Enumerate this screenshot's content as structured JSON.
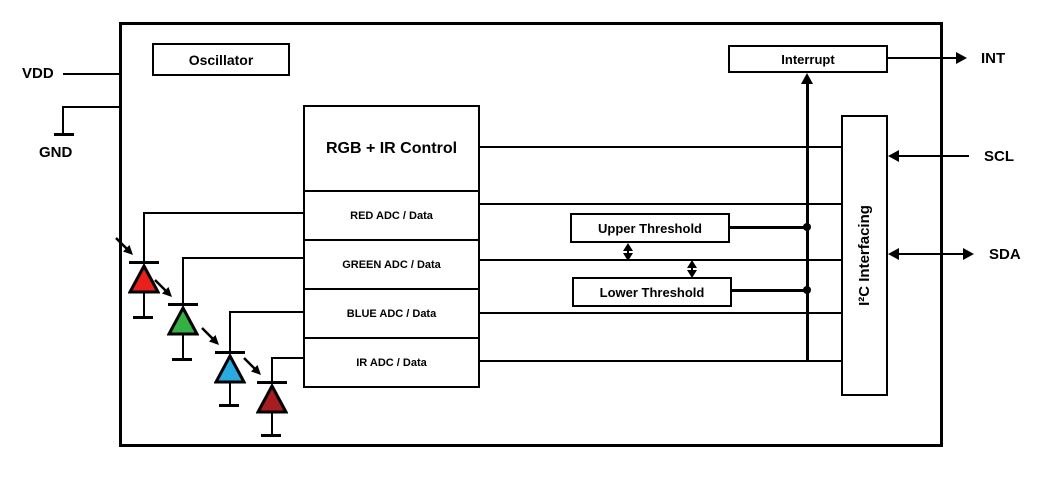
{
  "blocks": {
    "oscillator": "Oscillator",
    "control": "RGB + IR Control",
    "adc_rows": [
      "RED ADC / Data",
      "GREEN ADC / Data",
      "BLUE ADC / Data",
      "IR ADC / Data"
    ],
    "upper_threshold": "Upper Threshold",
    "lower_threshold": "Lower Threshold",
    "interrupt": "Interrupt",
    "i2c_interfacing": "I²C Interfacing"
  },
  "pins": {
    "vdd": "VDD",
    "gnd": "GND",
    "int": "INT",
    "scl": "SCL",
    "sda": "SDA"
  },
  "photodiodes": [
    {
      "name": "red-photodiode",
      "color": "#e8211d"
    },
    {
      "name": "green-photodiode",
      "color": "#35b045"
    },
    {
      "name": "blue-photodiode",
      "color": "#29abe2"
    },
    {
      "name": "ir-photodiode",
      "color": "#a61e22"
    }
  ],
  "colors": {
    "line": "#000000",
    "background": "#ffffff"
  }
}
